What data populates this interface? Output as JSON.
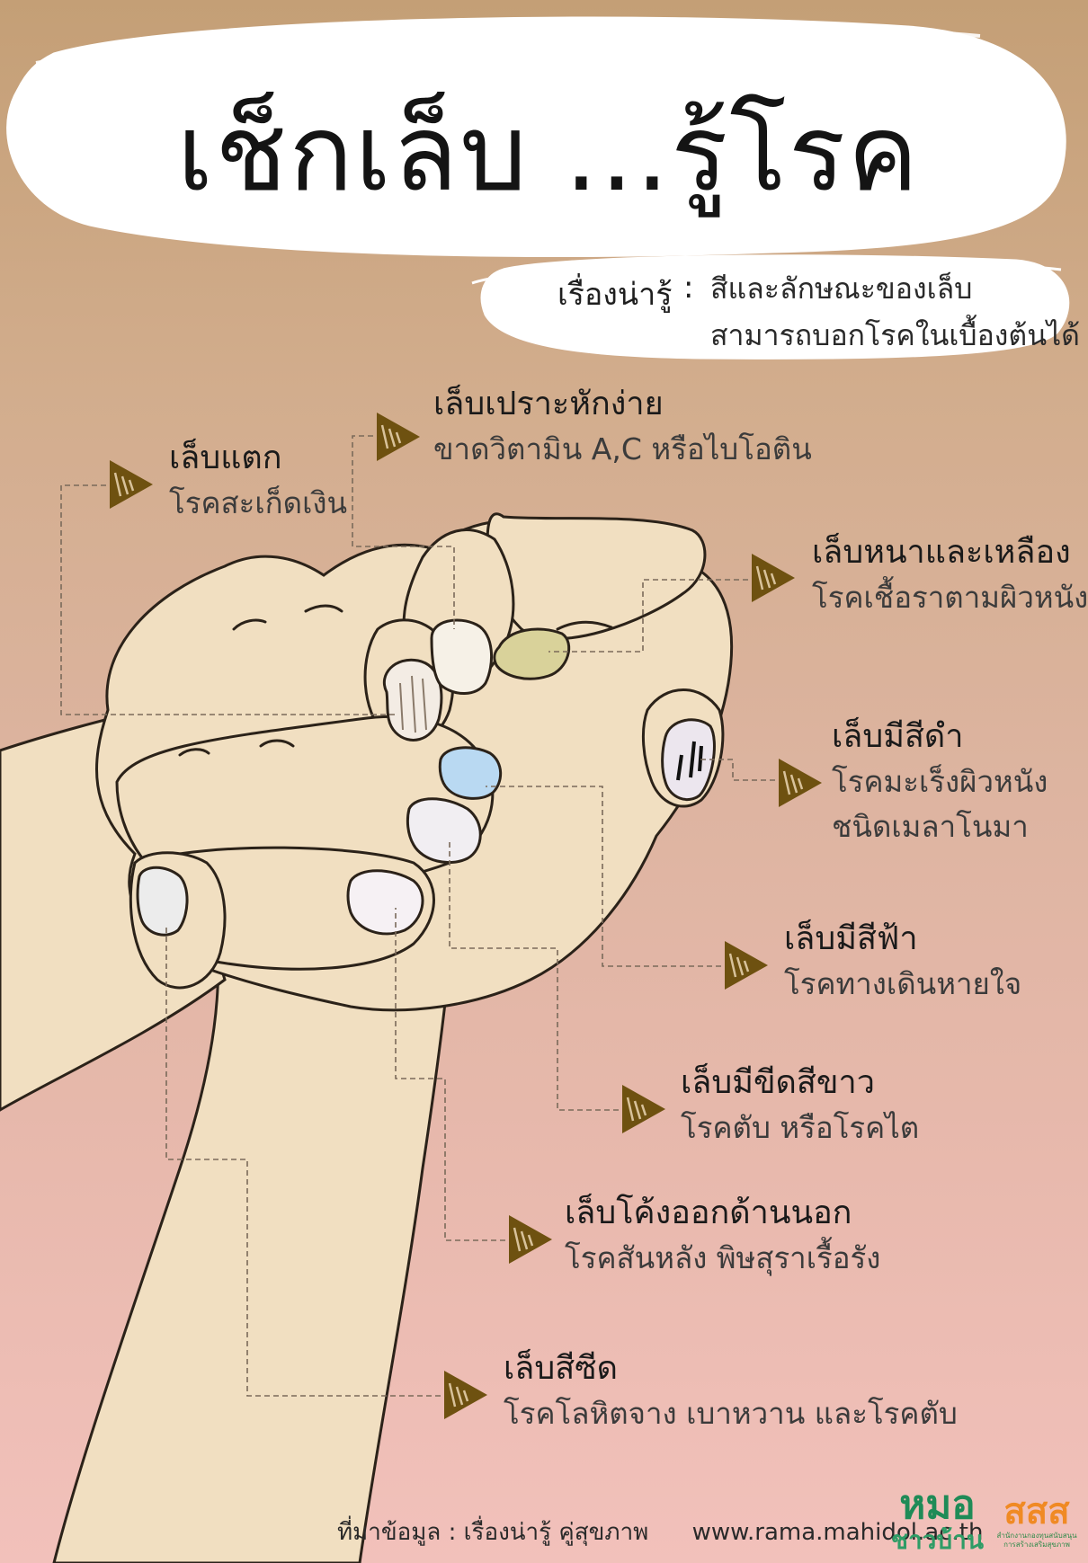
{
  "title": "เช็กเล็บ ...รู้โรค",
  "subtitle": {
    "label": "เรื่องน่ารู้",
    "colon": ":",
    "line1": "สีและลักษณะของเล็บ",
    "line2": "สามารถบอกโรคในเบื้องต้นได้"
  },
  "callouts": [
    {
      "head": "เล็บแตก",
      "desc": "โรคสะเก็ดเงิน"
    },
    {
      "head": "เล็บเปราะหักง่าย",
      "desc": "ขาดวิตามิน A,C หรือไบโอติน"
    },
    {
      "head": "เล็บหนาและเหลือง",
      "desc": "โรคเชื้อราตามผิวหนัง"
    },
    {
      "head": "เล็บมีสีดำ",
      "desc": "โรคมะเร็งผิวหนัง",
      "desc2": "ชนิดเมลาโนมา"
    },
    {
      "head": "เล็บมีสีฟ้า",
      "desc": "โรคทางเดินหายใจ"
    },
    {
      "head": "เล็บมีขีดสีขาว",
      "desc": "โรคตับ หรือโรคไต"
    },
    {
      "head": "เล็บโค้งออกด้านนอก",
      "desc": "โรคสันหลัง พิษสุราเรื้อรัง"
    },
    {
      "head": "เล็บสีซีด",
      "desc": "โรคโลหิตจาง เบาหวาน และโรคตับ"
    }
  ],
  "footer": {
    "source": "ที่มาข้อมูล : เรื่องน่ารู้ คู่สุขภาพ",
    "url": "www.rama.mahidol.ac.th"
  },
  "logos": {
    "mor_line1": "หมอ",
    "mor_line2": "ชาวบ้าน",
    "sss": "สสส",
    "sss_org": "สำนักงานกองทุนสนับสนุนการสร้างเสริมสุขภาพ"
  },
  "colors": {
    "triangle": "#6e5110",
    "skin": "#f1dfc1",
    "outline": "#2b2219",
    "nail_yellow": "#d9d29a",
    "nail_blue": "#b9d9f2",
    "nail_pale": "#f1eef2"
  }
}
